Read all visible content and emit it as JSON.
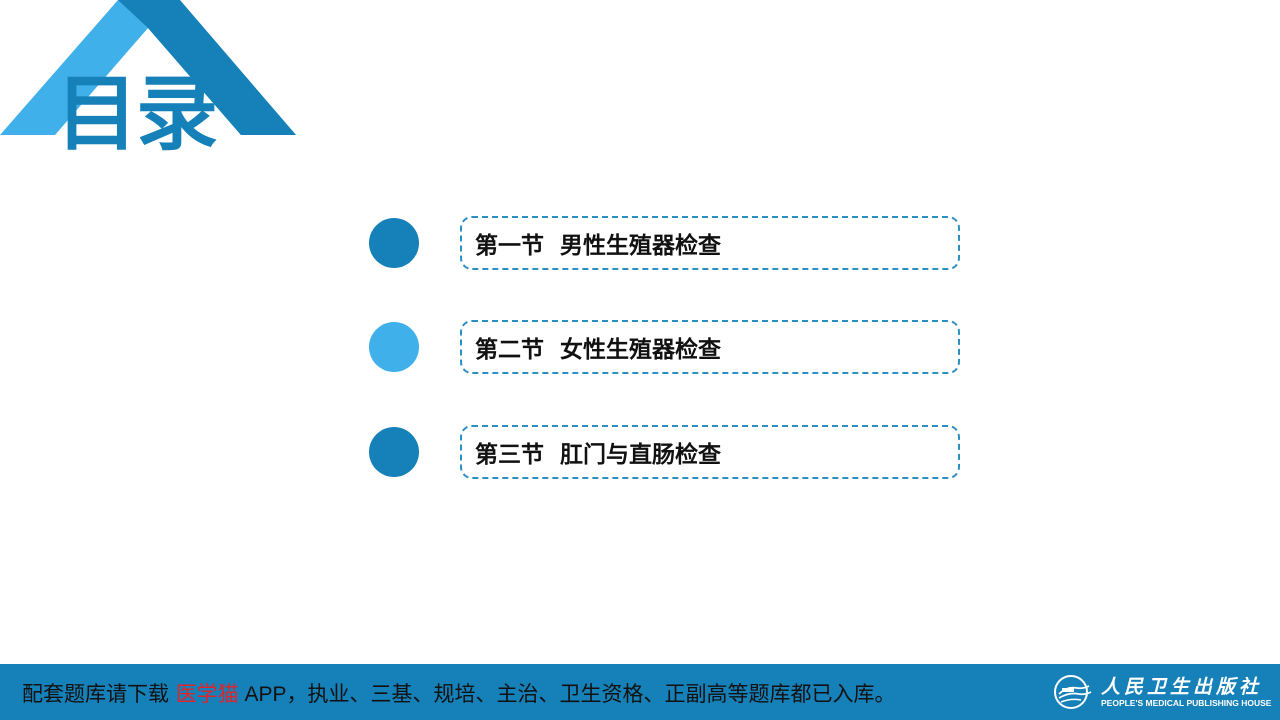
{
  "header": {
    "title": "目录"
  },
  "toc": {
    "items": [
      {
        "label": "第一节  男性生殖器检查",
        "dot_color": "#1680b8"
      },
      {
        "label": "第二节  女性生殖器检查",
        "dot_color": "#3fb0ea"
      },
      {
        "label": "第三节  肛门与直肠检查",
        "dot_color": "#1680b8"
      }
    ]
  },
  "footer": {
    "text_before": "配套题库请下载 ",
    "app_name": "医学猫",
    "app_suffix": " APP",
    "text_after": "，执业、三基、规培、主治、卫生资格、正副高等题库都已入库。",
    "publisher_cn": "人民卫生出版社",
    "publisher_en": "PEOPLE'S MEDICAL PUBLISHING HOUSE"
  },
  "colors": {
    "primary": "#1680b8",
    "light": "#3fb0ea",
    "accent_red": "#e0242b"
  }
}
